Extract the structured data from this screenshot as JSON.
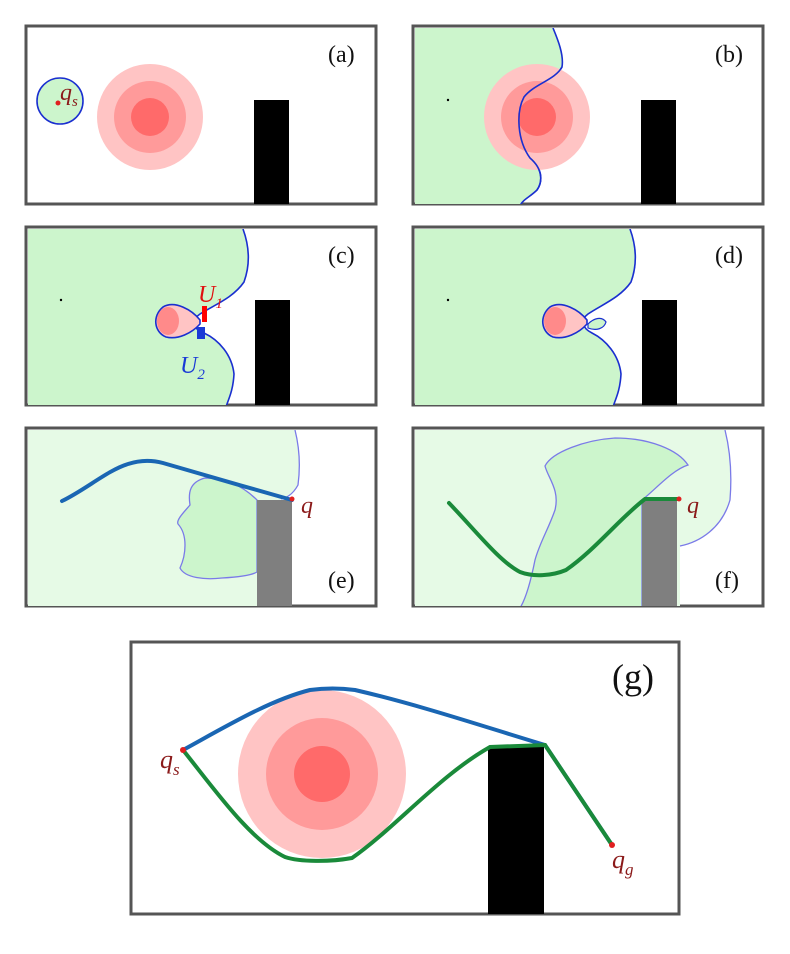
{
  "panels": {
    "a": {
      "label": "(a)",
      "start_label": "q",
      "start_sub": "s"
    },
    "b": {
      "label": "(b)"
    },
    "c": {
      "label": "(c)",
      "u1_label": "U",
      "u1_sub": "1",
      "u2_label": "U",
      "u2_sub": "2"
    },
    "d": {
      "label": "(d)"
    },
    "e": {
      "label": "(e)",
      "q_label": "q"
    },
    "f": {
      "label": "(f)",
      "q_label": "q"
    },
    "g": {
      "label": "(g)",
      "start_label": "q",
      "start_sub": "s",
      "goal_label": "q",
      "goal_sub": "g"
    }
  },
  "colors": {
    "free_region": "#ccf5cc",
    "free_light": "#e6fae6",
    "boundary": "#1a2fd0",
    "boundary_light": "#7a7ae8",
    "obstacle": "#000000",
    "obstacle_grey": "#7f7f7f",
    "cost_outer": "#ffc4c4",
    "cost_mid": "#ff9a9a",
    "cost_inner": "#ff6a6a",
    "path_blue": "#1a66b3",
    "path_green": "#1a8a3a",
    "point": "#e02020",
    "label_red": "#8b1a1a",
    "u1": "#ff0000",
    "u2": "#1a3ad6"
  }
}
